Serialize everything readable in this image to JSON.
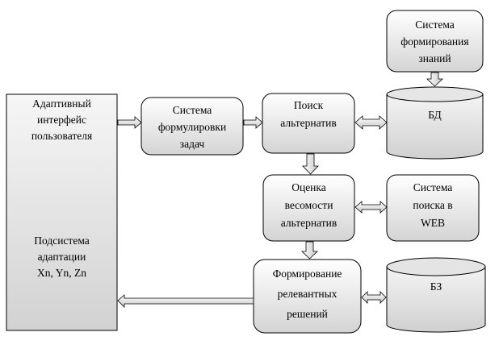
{
  "diagram": {
    "nodes": {
      "adaptive_interface": {
        "title_lines": [
          "Адаптивный",
          "интерфейс",
          "пользователя"
        ],
        "subsystem_lines": [
          "Подсистема",
          "адаптации",
          "Xn, Yn,  Zn"
        ]
      },
      "task_formulation": {
        "lines": [
          "Система",
          "формулировки",
          "задач"
        ]
      },
      "alternative_search": {
        "lines": [
          "Поиск",
          "альтернатив"
        ]
      },
      "knowledge_formation": {
        "lines": [
          "Система",
          "формирования",
          "знаний"
        ]
      },
      "database": {
        "label": "БД"
      },
      "alternative_weighting": {
        "lines": [
          "Оценка",
          "весомости",
          "альтернатив"
        ]
      },
      "web_search": {
        "lines": [
          "Система",
          "поиска в",
          "WEB"
        ]
      },
      "relevant_solutions": {
        "lines": [
          "Формирование",
          "релевантных",
          "решений"
        ]
      },
      "knowledge_base": {
        "label": "БЗ"
      }
    },
    "edges": [
      {
        "from": "adaptive_interface",
        "to": "task_formulation",
        "type": "one-way"
      },
      {
        "from": "task_formulation",
        "to": "alternative_search",
        "type": "one-way"
      },
      {
        "from": "alternative_search",
        "to": "database",
        "type": "two-way"
      },
      {
        "from": "knowledge_formation",
        "to": "database",
        "type": "one-way"
      },
      {
        "from": "alternative_search",
        "to": "alternative_weighting",
        "type": "one-way"
      },
      {
        "from": "alternative_weighting",
        "to": "web_search",
        "type": "two-way"
      },
      {
        "from": "alternative_weighting",
        "to": "relevant_solutions",
        "type": "one-way"
      },
      {
        "from": "relevant_solutions",
        "to": "knowledge_base",
        "type": "two-way"
      },
      {
        "from": "relevant_solutions",
        "to": "adaptive_interface",
        "type": "one-way"
      }
    ]
  }
}
